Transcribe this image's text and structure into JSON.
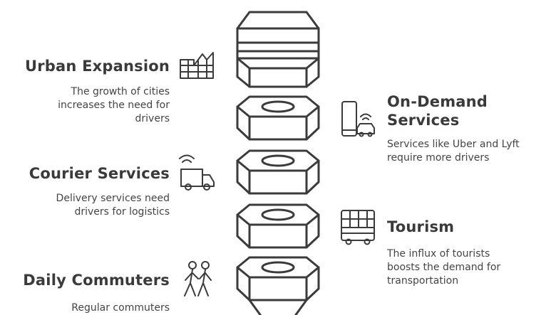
{
  "items": [
    {
      "title": "Urban Expansion",
      "desc": "The growth of cities\nincreases the need for\ndrivers",
      "icon": "city-grid-icon"
    },
    {
      "title": "On-Demand\nServices",
      "desc": "Services like Uber and Lyft\nrequire more drivers",
      "icon": "phone-taxi-icon"
    },
    {
      "title": "Courier Services",
      "desc": "Delivery services need\ndrivers for logistics",
      "icon": "delivery-van-icon"
    },
    {
      "title": "Tourism",
      "desc": "The influx of tourists\nboosts the demand for\ntransportation",
      "icon": "double-decker-bus-icon"
    },
    {
      "title": "Daily Commuters",
      "desc": "Regular commuters",
      "icon": "walking-people-icon"
    }
  ],
  "colors": {
    "stroke": "#3b3b3b",
    "fill": "#ffffff"
  }
}
